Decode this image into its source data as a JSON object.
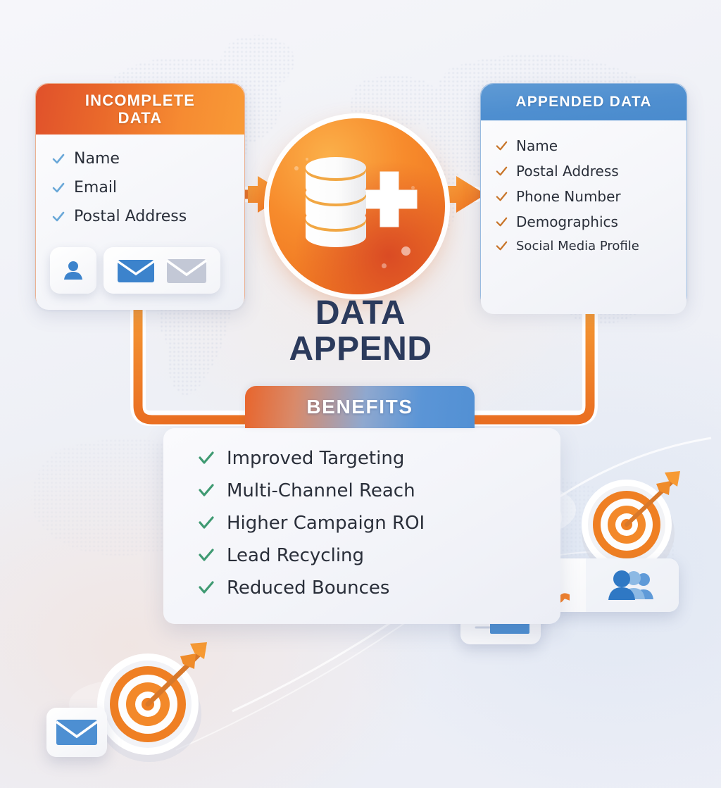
{
  "background": {
    "texture": "world-map-dot-pattern",
    "base_color": "#eef0f6"
  },
  "incomplete_card": {
    "title_line1": "INCOMPLETE",
    "title_line2": "DATA",
    "header_gradient_from": "#e0512b",
    "header_gradient_to": "#f89a36",
    "check_color": "#6aa8d8",
    "items": [
      {
        "label": "Name"
      },
      {
        "label": "Email"
      },
      {
        "label": "Postal Address"
      }
    ],
    "chips": [
      {
        "icon": "user-icon"
      },
      {
        "icon": "envelope-blue-icon"
      },
      {
        "icon": "envelope-grey-icon"
      }
    ]
  },
  "appended_card": {
    "title": "APPENDED DATA",
    "header_color": "#4f8fd0",
    "check_color": "#c8752a",
    "items": [
      {
        "label": "Name"
      },
      {
        "label": "Postal Address"
      },
      {
        "label": "Phone Number"
      },
      {
        "label": "Demographics"
      },
      {
        "label": "Social Media Profile"
      }
    ]
  },
  "center": {
    "icon": "database-plus-icon",
    "circle_color_from": "#fbb04a",
    "circle_color_to": "#d64224",
    "title_line1": "DATA",
    "title_line2": "APPEND",
    "title_color": "#2b3a5c"
  },
  "benefits_card": {
    "title": "BENEFITS",
    "header_gradient_from": "#e8652c",
    "header_gradient_to": "#5290d4",
    "check_color": "#3f9a72",
    "items": [
      {
        "label": "Improved Targeting"
      },
      {
        "label": "Multi-Channel Reach"
      },
      {
        "label": "Higher Campaign ROI"
      },
      {
        "label": "Lead Recycling"
      },
      {
        "label": "Reduced Bounces"
      }
    ]
  },
  "connectors": {
    "color_from": "#f08a2e",
    "color_to": "#e8661f",
    "arrow_left_to_center": "arrow-right-icon",
    "arrow_center_to_right": "arrow-right-icon"
  },
  "decorations": {
    "bottom_right": [
      {
        "icon": "target-arrow-icon"
      },
      {
        "icon": "phone-icon"
      },
      {
        "icon": "people-group-icon"
      },
      {
        "icon": "envelope-send-icon"
      }
    ],
    "bottom_left": [
      {
        "icon": "target-arrow-icon"
      },
      {
        "icon": "envelope-blue-icon"
      }
    ]
  }
}
